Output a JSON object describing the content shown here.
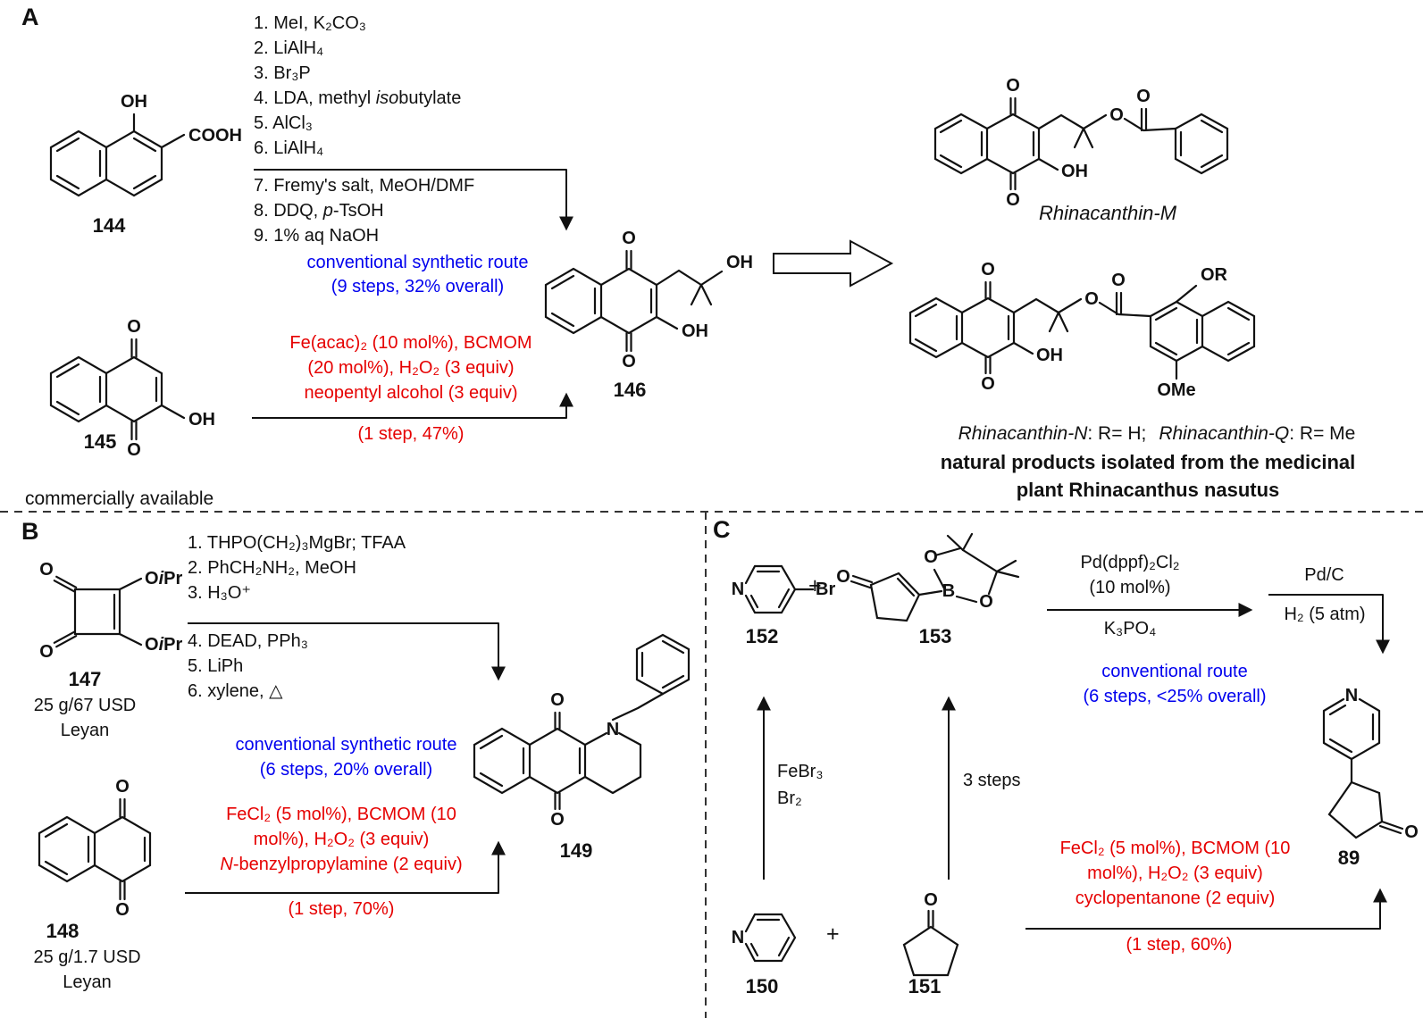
{
  "colors": {
    "blue": "#0000ee",
    "red": "#e60000",
    "ink": "#111111",
    "background": "#ffffff"
  },
  "atoms": {
    "o": "O",
    "oh": "OH",
    "n": "N",
    "b": "B",
    "br": "Br",
    "cooh": "COOH",
    "or": "OR",
    "ome": "OMe",
    "oipr": [
      "O",
      "i",
      "Pr"
    ],
    "plus": "+"
  },
  "a": {
    "label": "A",
    "steps": [
      {
        "pre": "1. MeI, K₂CO₃"
      },
      {
        "pre": "2. LiAlH₄"
      },
      {
        "pre": "3. Br₃P"
      },
      {
        "pre": "4. LDA, methyl ",
        "it": "iso",
        "post": "butylate"
      },
      {
        "pre": "5. AlCl₃"
      },
      {
        "pre": "6. LiAlH₄"
      },
      {
        "pre": "7. Fremy's salt, MeOH/DMF"
      },
      {
        "pre": "8. DDQ, ",
        "it": "p",
        "post": "-TsOH"
      },
      {
        "pre": "9. 1% aq NaOH"
      }
    ],
    "route1": "conventional synthetic route",
    "route2": "(9 steps, 32% overall)",
    "red1": "Fe(acac)₂ (10 mol%), BCMOM",
    "red2": "(20 mol%), H₂O₂ (3 equiv)",
    "red3": "neopentyl alcohol (3 equiv)",
    "yield": "(1 step, 47%)",
    "num144": "144",
    "num145": "145",
    "num146": "146",
    "commercial": "commercially available",
    "rhm_name": "Rhinacanthin-M",
    "rhn_name": "Rhinacanthin-N",
    "rhn_r": ": R= H;",
    "rhq_name": "Rhinacanthin-Q",
    "rhq_r": ": R= Me",
    "natural1": "natural products isolated from the medicinal",
    "natural2": "plant Rhinacanthus nasutus"
  },
  "b": {
    "label": "B",
    "steps": [
      {
        "pre": "1. THPO(CH₂)₃MgBr; TFAA"
      },
      {
        "pre": "2. PhCH₂NH₂, MeOH"
      },
      {
        "pre": "3. H₃O⁺"
      },
      {
        "pre": "4. DEAD, PPh₃"
      },
      {
        "pre": "5. LiPh"
      },
      {
        "pre": "6. xylene, △"
      }
    ],
    "route1": "conventional synthetic route",
    "route2": "(6 steps, 20% overall)",
    "red1": "FeCl₂ (5 mol%), BCMOM (10",
    "red2": "mol%), H₂O₂ (3 equiv)",
    "red3_it": "N",
    "red3_post": "-benzylpropylamine (2 equiv)",
    "yield": "(1 step, 70%)",
    "num147": "147",
    "price147": "25 g/67 USD",
    "vendor147": "Leyan",
    "num148": "148",
    "price148": "25 g/1.7 USD",
    "vendor148": "Leyan",
    "num149": "149"
  },
  "c": {
    "label": "C",
    "num152": "152",
    "num153": "153",
    "num150": "150",
    "num151": "151",
    "num89": "89",
    "arrow1_top1": "Pd(dppf)₂Cl₂",
    "arrow1_top2": "(10 mol%)",
    "arrow1_bottom": "K₃PO₄",
    "arrow2_top": "Pd/C",
    "arrow2_bottom": "H₂ (5 atm)",
    "route1": "conventional route",
    "route2": "(6 steps, <25% overall)",
    "vert1_line1": "FeBr₃",
    "vert1_line2": "Br₂",
    "vert2": "3 steps",
    "red1": "FeCl₂ (5 mol%), BCMOM (10",
    "red2": "mol%), H₂O₂ (3 equiv)",
    "red3": "cyclopentanone (2 equiv)",
    "yield": "(1 step, 60%)"
  }
}
